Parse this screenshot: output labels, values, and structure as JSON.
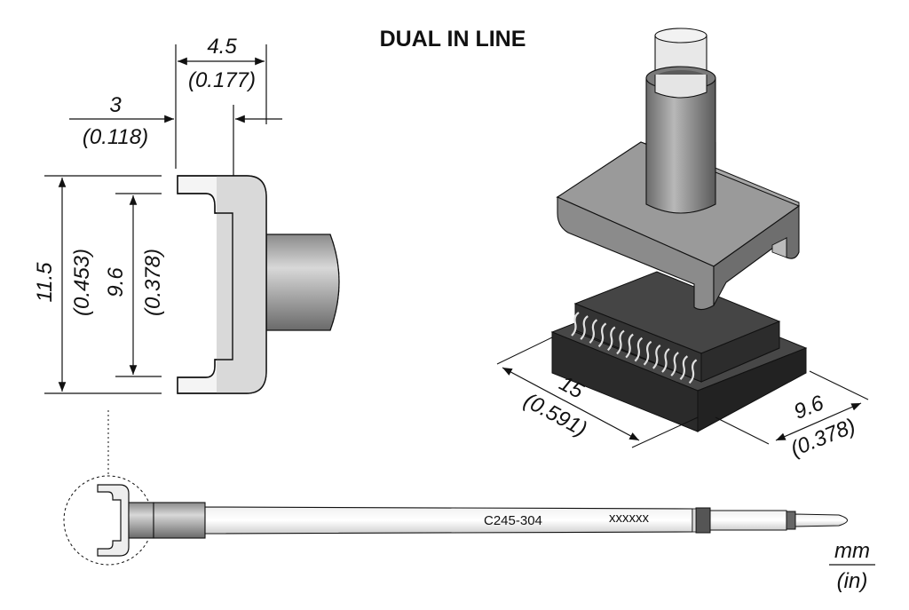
{
  "title": "DUAL IN LINE",
  "dimensions": {
    "width_top": {
      "mm": "4.5",
      "in": "(0.177)"
    },
    "offset": {
      "mm": "3",
      "in": "(0.118)"
    },
    "height_outer": {
      "mm": "11.5",
      "in": "(0.453)"
    },
    "height_inner": {
      "mm": "9.6",
      "in": "(0.378)"
    },
    "chip_length": {
      "mm": "15",
      "in": "(0.591)"
    },
    "chip_width": {
      "mm": "9.6",
      "in": "(0.378)"
    }
  },
  "tip": {
    "part_number": "C245-304",
    "serial_marking": "xxxxxx"
  },
  "units": {
    "primary": "mm",
    "secondary": "(in)"
  },
  "colors": {
    "line": "#111111",
    "metal_light": "#e6e6e6",
    "metal_mid": "#a0a0a0",
    "metal_dark": "#6f6f6f",
    "chip_body": "#3a3a3a",
    "chip_base": "#2a2a2a"
  }
}
